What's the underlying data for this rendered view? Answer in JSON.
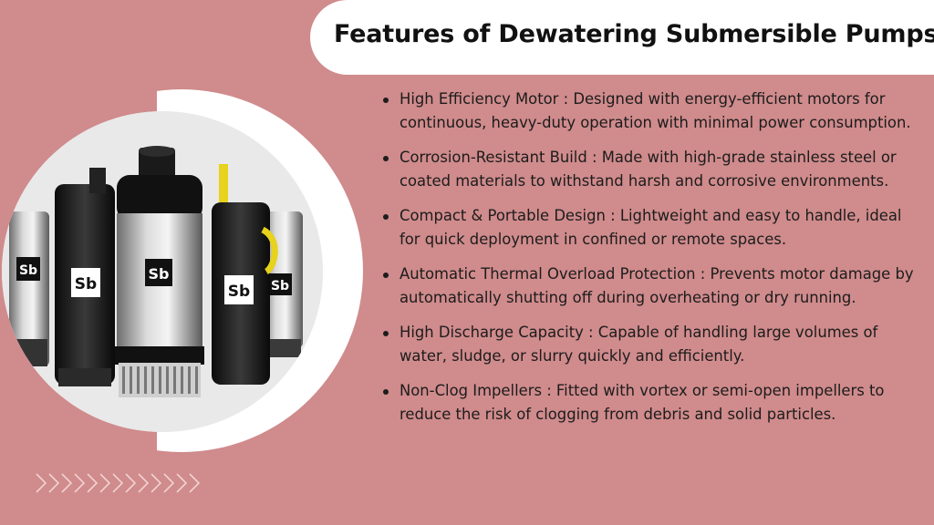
{
  "title": "Features of Dewatering Submersible Pumps",
  "features": [
    "High Efficiency Motor : Designed with energy-efficient motors for continuous, heavy-duty operation with minimal power consumption.",
    "Corrosion-Resistant Build : Made with high-grade stainless steel or coated materials to withstand harsh and corrosive environments.",
    "Compact & Portable Design  : Lightweight and easy to handle, ideal for quick deployment in confined or remote spaces.",
    "Automatic Thermal Overload Protection : Prevents motor damage by automatically shutting off during overheating or dry running.",
    "High Discharge Capacity : Capable of handling large volumes of water, sludge, or slurry quickly and efficiently.",
    "Non-Clog Impellers :  Fitted with vortex or semi-open impellers to reduce the risk of clogging from debris and solid particles."
  ],
  "pump_logo": "Sb",
  "colors": {
    "background": "#d08b8c",
    "pill": "#ffffff",
    "text": "#1c1c1c"
  }
}
